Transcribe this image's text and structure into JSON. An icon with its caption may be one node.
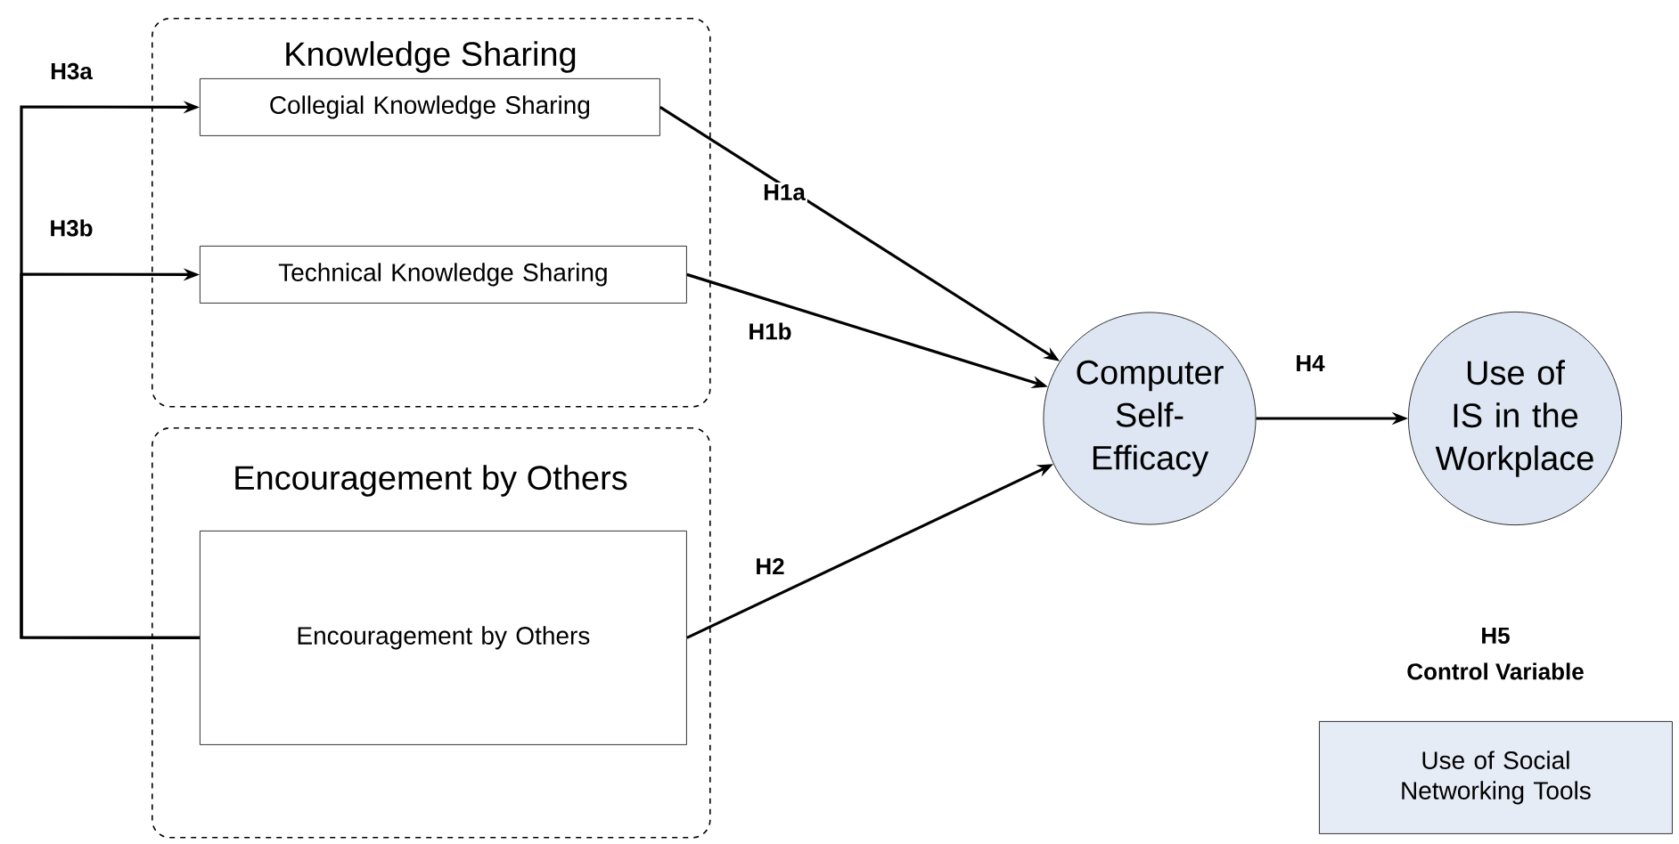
{
  "diagram": {
    "nodes": [
      {
        "text": [
          "Knowledge Sharing"
        ]
      },
      {
        "text": [
          "Collegial Knowledge Sharing"
        ],
        "in": 0
      },
      {
        "text": [
          "Technical Knowledge Sharing"
        ],
        "in": 0
      },
      {
        "text": [
          "Encouragement by Others"
        ]
      },
      {
        "text": [
          "Encouragement by Others"
        ],
        "in": 3
      },
      {
        "text": [
          "Computer Self-Efficacy"
        ]
      },
      {
        "text": [
          "Use of IS in the Workplace"
        ]
      },
      {
        "text": [
          "Use of Social Networking Tools"
        ],
        "beside": [
          "H5",
          "Control Variable"
        ]
      }
    ],
    "edges": [
      {
        "from": 1,
        "to": 5,
        "arrow": "to",
        "label": "H1a"
      },
      {
        "from": 2,
        "to": 5,
        "arrow": "to",
        "label": "H1b"
      },
      {
        "from": 4,
        "to": 5,
        "arrow": "to",
        "label": "H2"
      },
      {
        "from": 5,
        "to": 6,
        "arrow": "to",
        "label": "H4"
      },
      {
        "from": 4,
        "to": 1,
        "arrow": "to",
        "label": "H3a"
      },
      {
        "from": 4,
        "to": 2,
        "arrow": "to",
        "label": "H3b"
      }
    ]
  }
}
